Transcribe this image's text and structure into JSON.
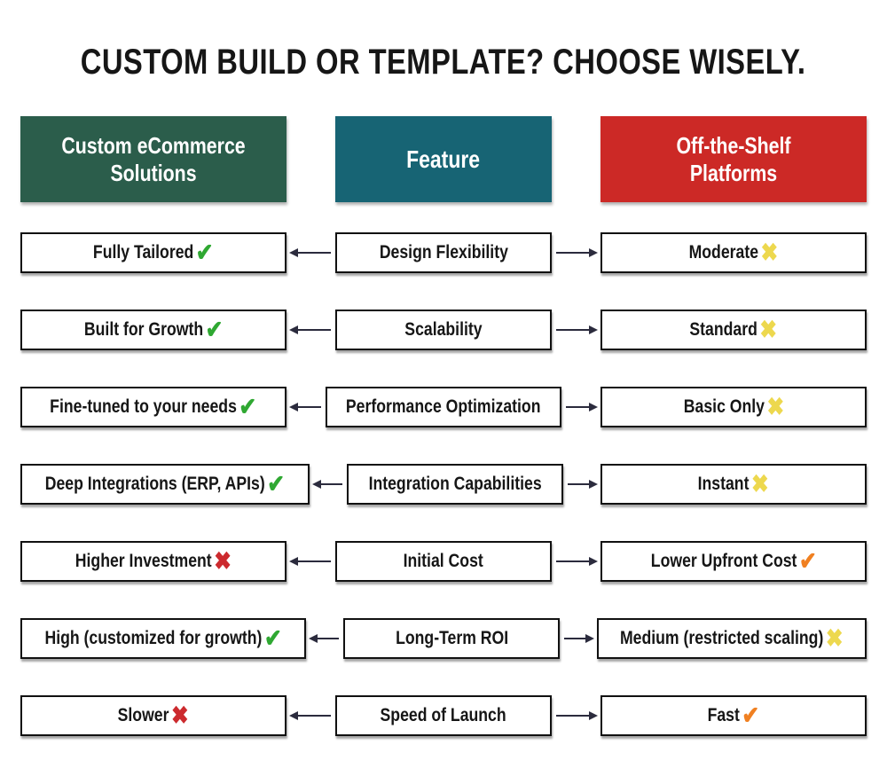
{
  "title": "CUSTOM BUILD OR TEMPLATE? CHOOSE WISELY.",
  "headers": {
    "left": {
      "label": "Custom eCommerce Solutions",
      "color": "#2b5d4b"
    },
    "center": {
      "label": "Feature",
      "color": "#176474"
    },
    "right": {
      "label": "Off-the-Shelf Platforms",
      "color": "#cc2926"
    }
  },
  "icons": {
    "check": "✔",
    "cross": "✖"
  },
  "colors": {
    "check_green": "#2fa832",
    "check_orange": "#f08021",
    "cross_yellow": "#edd84e",
    "cross_red": "#cc2a2e",
    "arrow": "#2b2b3d",
    "box_border": "#111111"
  },
  "rows": [
    {
      "feature": "Design Flexibility",
      "custom": {
        "label": "Fully Tailored",
        "mark": "check-green"
      },
      "shelf": {
        "label": "Moderate",
        "mark": "cross-yellow"
      }
    },
    {
      "feature": "Scalability",
      "custom": {
        "label": "Built for Growth",
        "mark": "check-green"
      },
      "shelf": {
        "label": "Standard",
        "mark": "cross-yellow"
      }
    },
    {
      "feature": "Performance Optimization",
      "custom": {
        "label": "Fine-tuned to your needs",
        "mark": "check-green"
      },
      "shelf": {
        "label": "Basic Only",
        "mark": "cross-yellow"
      }
    },
    {
      "feature": "Integration Capabilities",
      "custom": {
        "label": "Deep Integrations (ERP, APIs)",
        "mark": "check-green"
      },
      "shelf": {
        "label": "Instant",
        "mark": "cross-yellow"
      }
    },
    {
      "feature": "Initial Cost",
      "custom": {
        "label": "Higher Investment",
        "mark": "cross-red"
      },
      "shelf": {
        "label": "Lower Upfront Cost",
        "mark": "check-orange"
      }
    },
    {
      "feature": "Long-Term ROI",
      "custom": {
        "label": "High (customized for growth)",
        "mark": "check-green"
      },
      "shelf": {
        "label": "Medium (restricted scaling)",
        "mark": "cross-yellow"
      }
    },
    {
      "feature": "Speed of Launch",
      "custom": {
        "label": "Slower",
        "mark": "cross-red"
      },
      "shelf": {
        "label": "Fast",
        "mark": "check-orange"
      }
    }
  ]
}
